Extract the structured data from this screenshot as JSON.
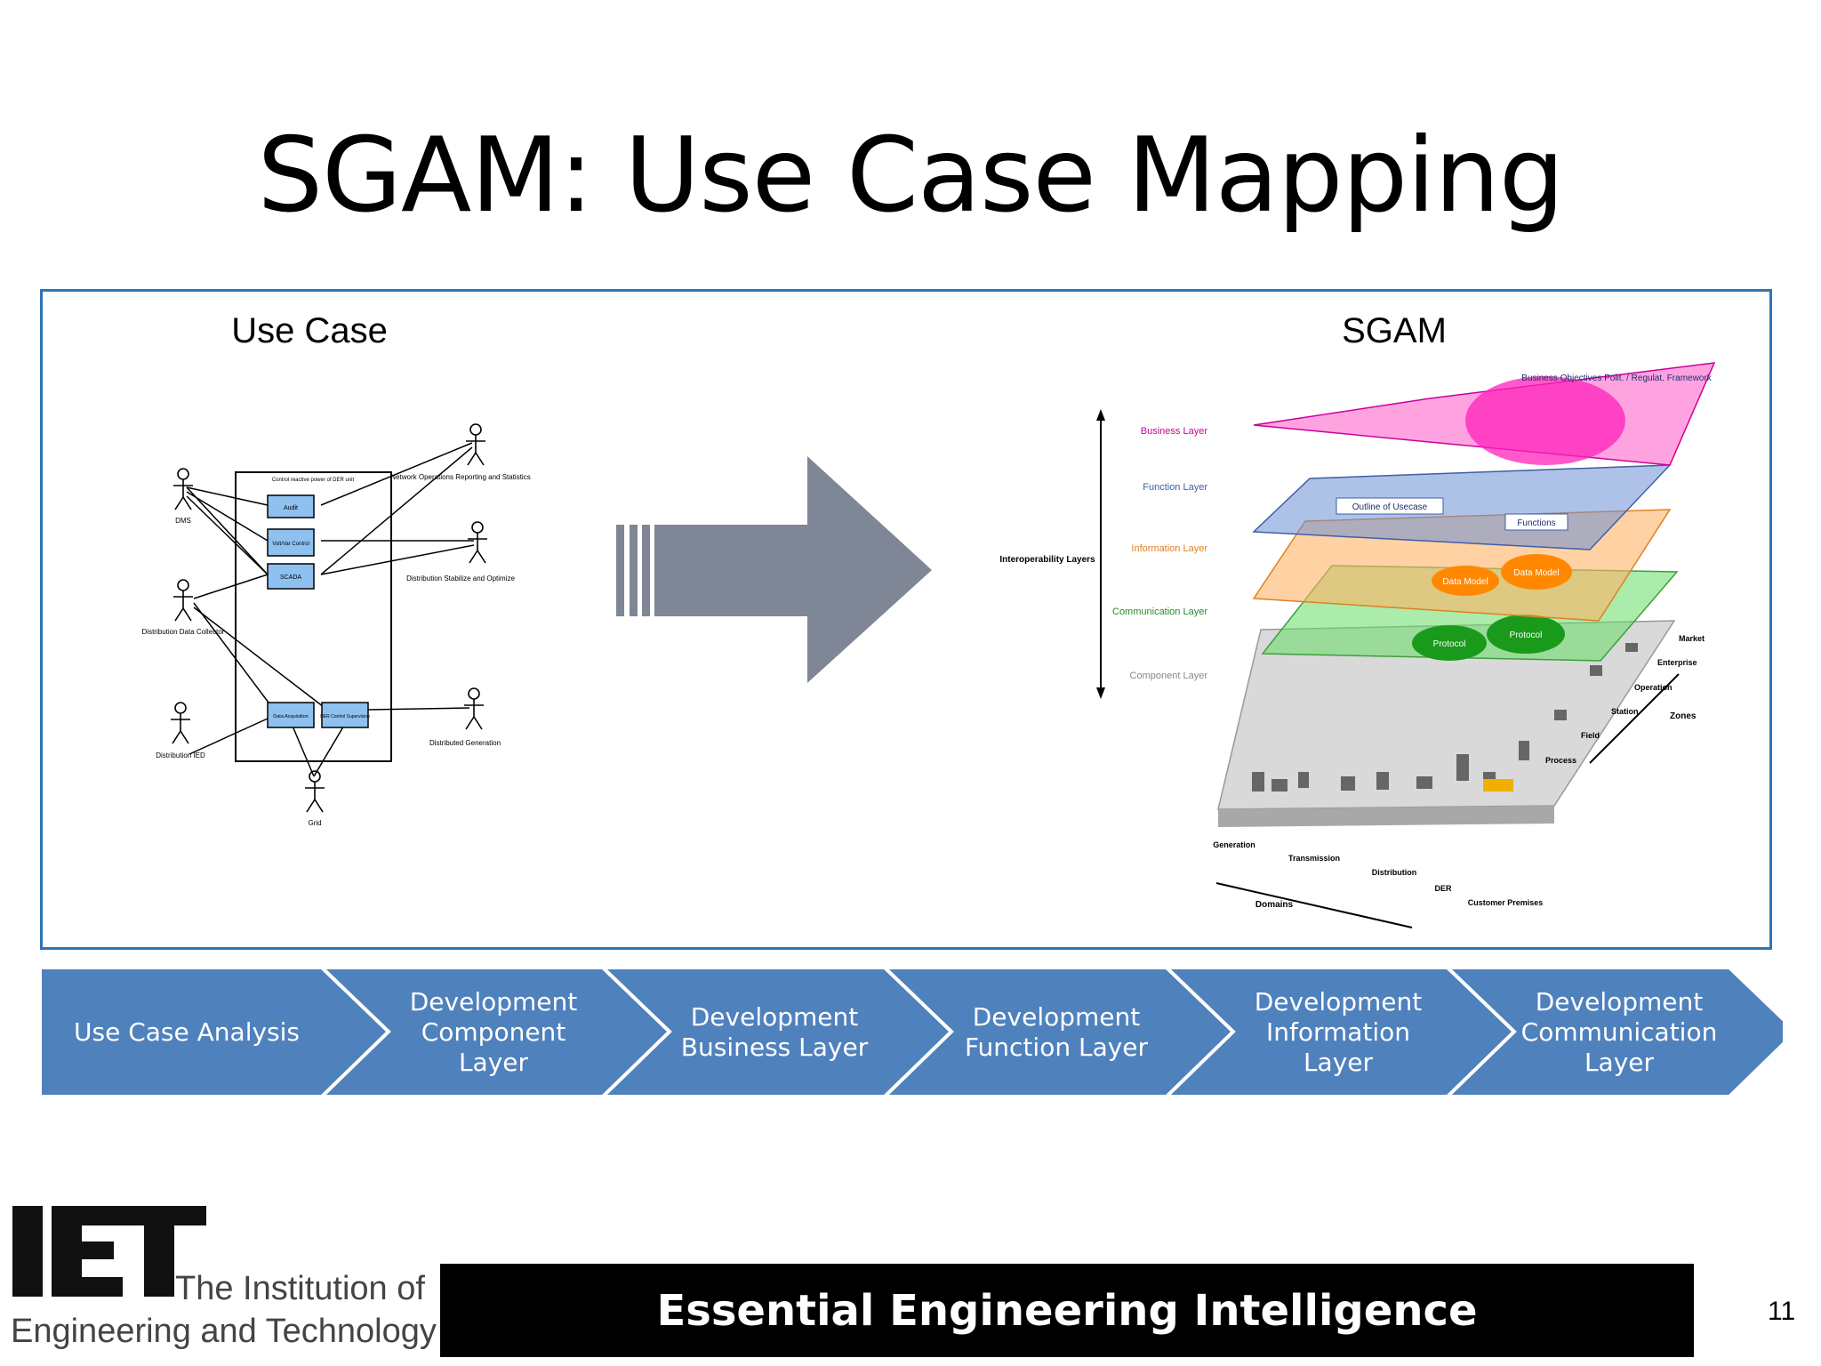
{
  "slide": {
    "title": "SGAM: Use Case Mapping",
    "page_number": "11",
    "footer_text": "Essential Engineering Intelligence"
  },
  "logo": {
    "mark": "IET",
    "line1": "The Institution of",
    "line2": "Engineering and Technology"
  },
  "use_case": {
    "heading": "Use Case",
    "boundary_label": "Control reactive power of DER unit",
    "use_cases": [
      "Audit",
      "Volt/Var Control",
      "SCADA",
      "Data Acquisition",
      "DER Control Supervision"
    ],
    "actors": [
      "DMS",
      "Network Operations Reporting and Statistics",
      "Distribution Stabilize and Optimize",
      "Distribution Data Collector",
      "Distribution IED",
      "Distributed Generation",
      "Grid"
    ]
  },
  "sgam": {
    "heading": "SGAM",
    "layers": [
      "Business Layer",
      "Function Layer",
      "Information Layer",
      "Communication Layer",
      "Component Layer"
    ],
    "interoperability_label": "Interoperability Layers",
    "annotations": [
      "Business Objectives Polit. / Regulat. Framework",
      "Outline of Usecase",
      "Functions",
      "Data Model",
      "Data Model",
      "Protocol",
      "Protocol"
    ],
    "zones": [
      "Market",
      "Enterprise",
      "Operation",
      "Station",
      "Field",
      "Process"
    ],
    "zones_label": "Zones",
    "domains": [
      "Generation",
      "Transmission",
      "Distribution",
      "DER",
      "Customer Premises"
    ],
    "domains_label": "Domains"
  },
  "process_steps": [
    "Use Case Analysis",
    "Development Component Layer",
    "Development Business Layer",
    "Development Function Layer",
    "Development Information Layer",
    "Development Communication Layer"
  ],
  "colors": {
    "step_fill": "#4f81bd",
    "frame_border": "#2e75b6",
    "arrow_gray": "#7f8796",
    "business": "#ff66cc",
    "function": "#6b8fd6",
    "information": "#ffb366",
    "communication": "#66dd66",
    "component": "#c8c8c8"
  }
}
